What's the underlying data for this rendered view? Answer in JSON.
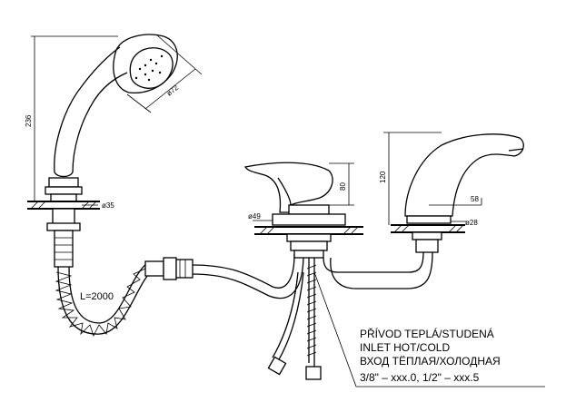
{
  "dimensions": {
    "handshower_height": "236",
    "handshower_head_diameter": "ø72",
    "handshower_holder_diameter": "ø35",
    "mixer_body_diameter": "ø49",
    "mixer_height": "80",
    "spout_height": "120",
    "spout_reach": "58",
    "spout_base_diameter": "ø28",
    "hose_length": "L=2000"
  },
  "inlet_note": {
    "line1": "PŘÍVOD TEPLÁ/STUDENÁ",
    "line2": "INLET HOT/COLD",
    "line3": "ВХОД ТЁПЛАЯ/ХОЛОДНАЯ",
    "line4": "3/8\" – xxx.0, 1/2\" – xxx.5"
  }
}
